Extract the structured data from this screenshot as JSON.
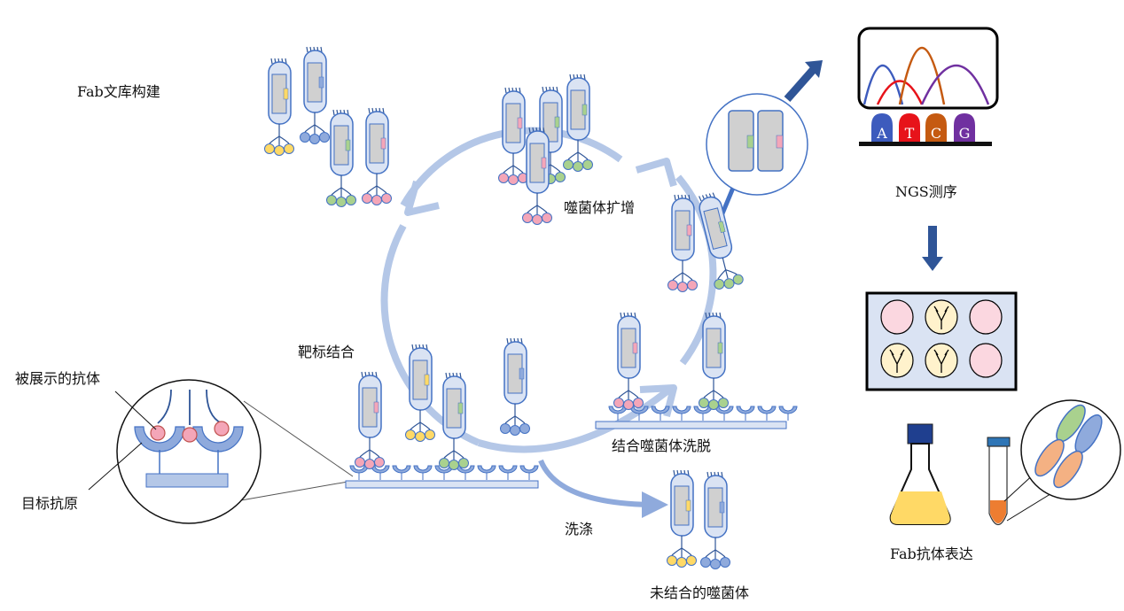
{
  "labels": {
    "library_build": "Fab文库构建",
    "phage_amplify": "噬菌体扩增",
    "ngs": "NGS测序",
    "target_binding": "靶标结合",
    "displayed_antibody": "被展示的抗体",
    "target_antigen": "目标抗原",
    "elute_bound": "结合噬菌体洗脱",
    "wash": "洗涤",
    "unbound_phage": "未结合的噬菌体",
    "fab_expression": "Fab抗体表达"
  },
  "bases": [
    "A",
    "T",
    "C",
    "G"
  ],
  "colors": {
    "cycle_arrow": "#b4c7e7",
    "dark_arrow": "#2f5597",
    "phage_outline": "#4472c4",
    "phage_body": "#dae3f3",
    "capsid": "#d0d0d0",
    "yellow": "#ffd966",
    "blue": "#8faadc",
    "green": "#a9d18e",
    "pink": "#f4a6b8",
    "base_A": "#3d5bbd",
    "base_T": "#e7131a",
    "base_C": "#c55a11",
    "base_G": "#7030a0",
    "well_pink": "#fbd7e0",
    "well_beige": "#fff2cc",
    "plate_bg": "#dae3f3",
    "flask_liquid": "#ffd966",
    "tube_liquid": "#ed7d31"
  }
}
